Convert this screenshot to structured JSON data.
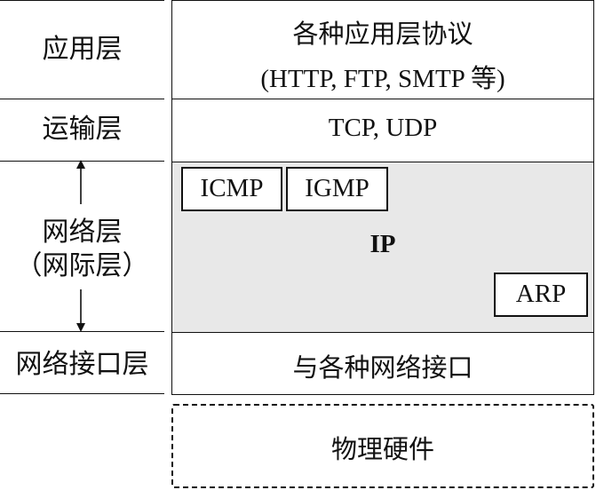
{
  "layers": {
    "application": "应用层",
    "transport": "运输层",
    "network": "网络层",
    "network_alt": "（网际层）",
    "link": "网络接口层"
  },
  "stack": {
    "application_line1": "各种应用层协议",
    "application_line2": "(HTTP, FTP, SMTP 等)",
    "transport": "TCP, UDP",
    "ip": "IP",
    "icmp": "ICMP",
    "igmp": "IGMP",
    "arp": "ARP",
    "link": "与各种网络接口",
    "hardware": "物理硬件"
  },
  "colors": {
    "network_fill": "#e8e8e8",
    "line": "#111111"
  }
}
